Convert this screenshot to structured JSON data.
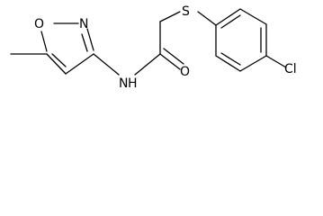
{
  "molecule": {
    "atom_labels": {
      "isoxazole_oxygen": "O",
      "isoxazole_nitrogen": "N",
      "amide_nitrogen": "N",
      "amide_hydrogen": "H",
      "carbonyl_oxygen": "O",
      "thioether_sulfur": "S",
      "chlorine": "Cl"
    }
  }
}
